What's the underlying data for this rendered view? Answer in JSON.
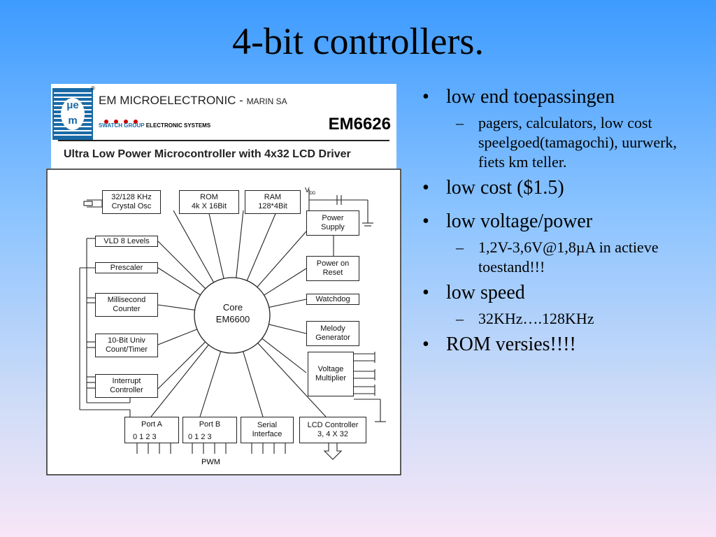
{
  "slide": {
    "title": "4-bit controllers."
  },
  "datasheet": {
    "logo_text_top": "μe",
    "logo_text_bottom": "m",
    "registered": "®",
    "company": "EM MICROELECTRONIC - ",
    "company_suffix": "MARIN SA",
    "group_brand": "SWATCH GROUP",
    "group_suffix": "ELECTRONIC SYSTEMS",
    "part_number": "EM6626",
    "subtitle": "Ultra Low Power Microcontroller with 4x32 LCD Driver"
  },
  "diagram": {
    "crystal": [
      "32/128 KHz",
      "Crystal Osc"
    ],
    "rom": [
      "ROM",
      "4k X 16Bit"
    ],
    "ram": [
      "RAM",
      "128*4Bit"
    ],
    "power_supply": [
      "Power",
      "Supply"
    ],
    "vld": "VLD 8 Levels",
    "prescaler": "Prescaler",
    "power_on_reset": [
      "Power on",
      "Reset"
    ],
    "millisecond": [
      "Millisecond",
      "Counter"
    ],
    "watchdog": "Watchdog",
    "core": [
      "Core",
      "EM6600"
    ],
    "melody": [
      "Melody",
      "Generator"
    ],
    "timer": [
      "10-Bit Univ",
      "Count/Timer"
    ],
    "voltage_multiplier": [
      "Voltage",
      "Multiplier"
    ],
    "interrupt": [
      "Interrupt",
      "Controller"
    ],
    "port_a": "Port A",
    "port_b": "Port B",
    "serial": [
      "Serial",
      "Interface"
    ],
    "lcd": [
      "LCD Controller",
      "3, 4 X 32"
    ],
    "pins": "0  1  2  3",
    "pwm": "PWM",
    "vdd": "V",
    "vdd_sub": "DD"
  },
  "bullets": [
    {
      "text": "low end toepassingen",
      "sub": [
        "pagers, calculators, low cost speelgoed(tamagochi), uurwerk, fiets km teller."
      ]
    },
    {
      "text": "low cost ($1.5)",
      "sub": []
    },
    {
      "text": "low voltage/power",
      "sub": [
        "1,2V-3,6V@1,8µA in actieve toestand!!!"
      ]
    },
    {
      "text": "low speed",
      "sub": [
        "32KHz….128KHz"
      ]
    },
    {
      "text": "ROM versies!!!!",
      "sub": []
    }
  ]
}
